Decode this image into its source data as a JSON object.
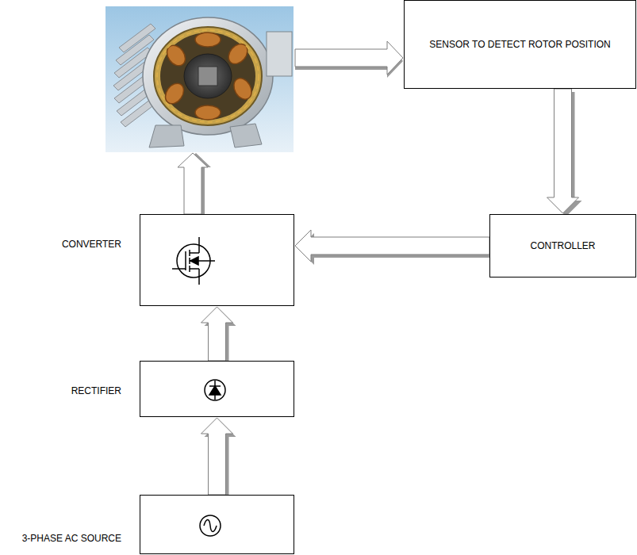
{
  "diagram": {
    "nodes": [
      {
        "text": [
          "SENSOR TO DETECT ROTOR POSITION"
        ]
      },
      {
        "text": [
          "CONVERTER"
        ]
      },
      {
        "text": [
          "CONTROLLER"
        ]
      },
      {
        "text": [
          "RECTIFIER"
        ]
      },
      {
        "text": [
          "3-PHASE AC SOURCE"
        ]
      }
    ],
    "edges": [
      {
        "from": 0,
        "to": 2,
        "arrow": "to"
      },
      {
        "from": 2,
        "to": 1,
        "arrow": "to"
      },
      {
        "from": 3,
        "to": 1,
        "arrow": "to"
      },
      {
        "from": 4,
        "to": 3,
        "arrow": "to"
      }
    ]
  }
}
